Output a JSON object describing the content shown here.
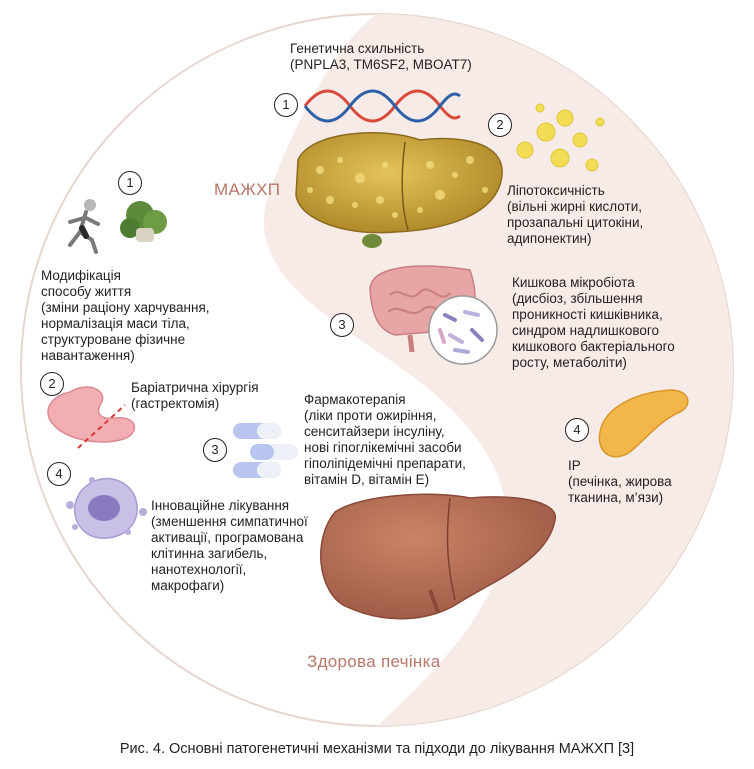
{
  "diagram": {
    "disease_label": "МАЖХП",
    "healthy_label": "Здорова печінка",
    "mechanisms": [
      {
        "number": "1",
        "text": "Генетична схильність\n(PNPLA3, TM6SF2, MBOAT7)"
      },
      {
        "number": "2",
        "text": "Ліпотоксичність\n(вільні жирні кислоти,\nпрозапальні цитокіни,\nадипонектин)"
      },
      {
        "number": "3",
        "text": "Кишкова мікробіота\n(дисбіоз, збільшення\nпроникності кишківника,\nсиндром надлишкового\nкишкового бактеріального\nросту, метаболіти)"
      },
      {
        "number": "4",
        "text": "ІР\n(печінка, жирова\nтканина, м’язи)"
      }
    ],
    "treatments": [
      {
        "number": "1",
        "text": "Модифікація\nспособу життя\n(зміни раціону харчування,\nнормалізація маси тіла,\nструктуроване фізичне\nнавантаження)"
      },
      {
        "number": "2",
        "text": "Баріатрична хірургія\n(гастректомія)"
      },
      {
        "number": "3",
        "text": "Фармакотерапія\n(ліки проти ожиріння,\nсенситайзери інсуліну,\nнові гіпоглікемічні засоби\nгіполіпідемічні препарати,\nвітамін D, вітамін E)"
      },
      {
        "number": "4",
        "text": "Інноваційне лікування\n(зменшення симпатичної\nактивації, програмована\nклітинна загибель,\nнанотехнології,\nмакрофаги)"
      }
    ],
    "colors": {
      "circle_bg": "#f6ebe7",
      "accent_text": "#b9776a",
      "fatty_liver": "#c9a23a",
      "healthy_liver": "#b06a52"
    }
  },
  "caption": "Рис. 4. Основні патогенетичні механізми та підходи до лікування МАЖХП [3]"
}
